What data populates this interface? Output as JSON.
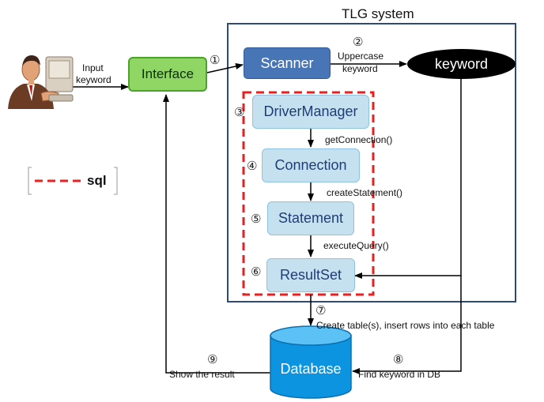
{
  "system": {
    "title": "TLG system"
  },
  "legend": {
    "label": "sql"
  },
  "nodes": {
    "interface": "Interface",
    "scanner": "Scanner",
    "keyword": "keyword",
    "driver_manager": "DriverManager",
    "connection": "Connection",
    "statement": "Statement",
    "result_set": "ResultSet",
    "database": "Database"
  },
  "labels": {
    "input_keyword_1": "Input",
    "input_keyword_2": "keyword",
    "uppercase_1": "Uppercase",
    "uppercase_2": "keyword",
    "get_connection": "getConnection()",
    "create_statement": "createStatement()",
    "execute_query": "executeQuery()",
    "create_tables": "Create table(s), insert rows into each table",
    "find_keyword": "Find keyword in DB",
    "show_result": "Show the result"
  },
  "steps": [
    "①",
    "②",
    "③",
    "④",
    "⑤",
    "⑥",
    "⑦",
    "⑧",
    "⑨"
  ]
}
